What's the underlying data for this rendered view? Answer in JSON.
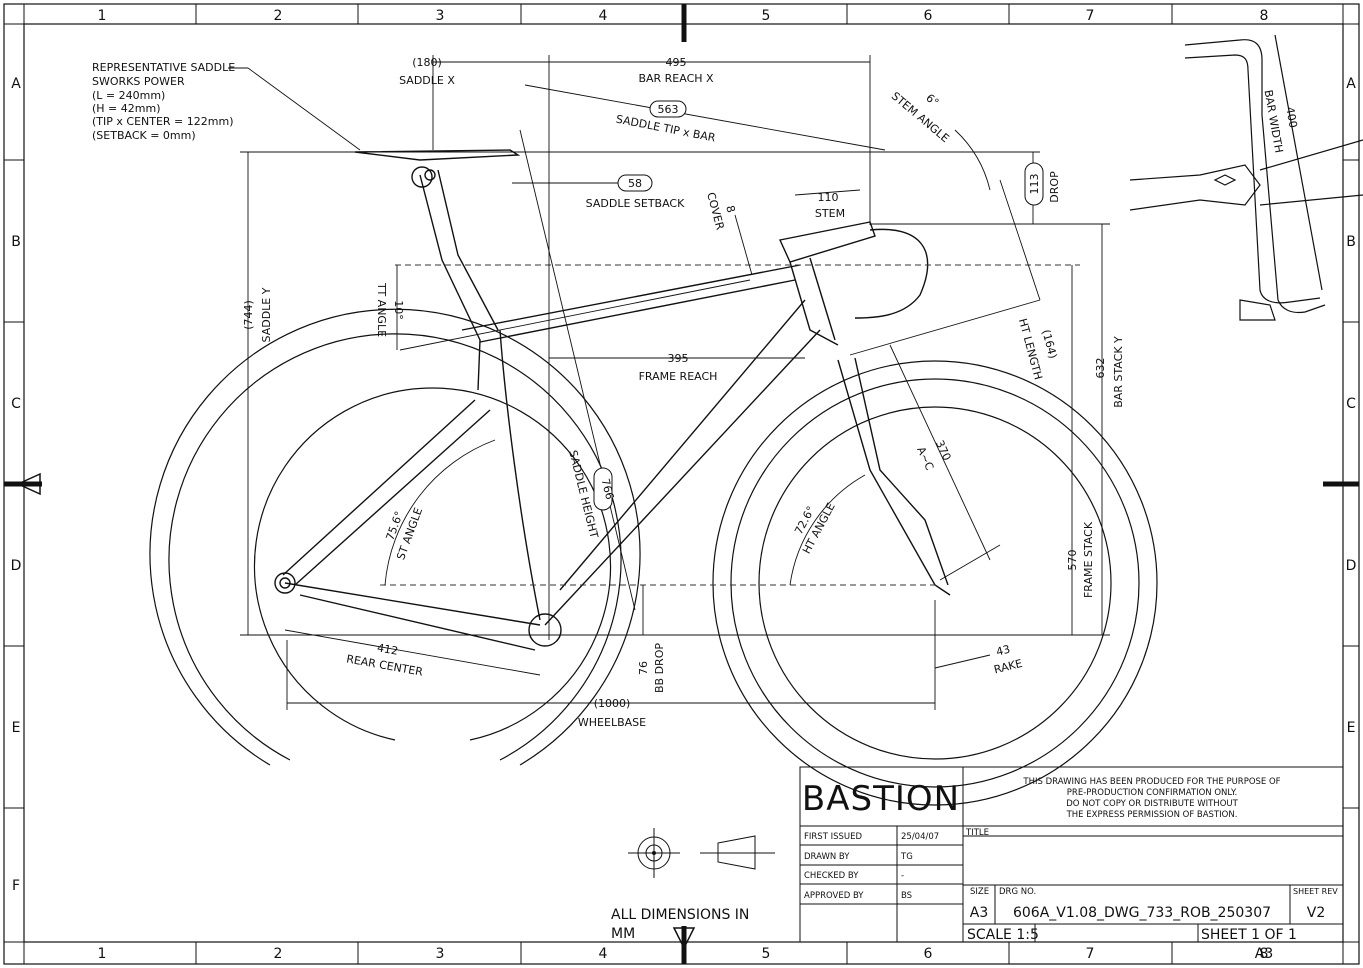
{
  "title_block": {
    "brand": "B",
    "brand_rest": "STION",
    "brand_mid": "A",
    "notice_lines": [
      "THIS DRAWING HAS BEEN PRODUCED FOR THE PURPOSE OF",
      "PRE-PRODUCTION CONFIRMATION ONLY.",
      "DO NOT COPY OR DISTRIBUTE WITHOUT",
      "THE EXPRESS PERMISSION OF BASTION."
    ],
    "first_issued_label": "FIRST ISSUED",
    "first_issued_value": "25/04/07",
    "drawn_by_label": "DRAWN BY",
    "drawn_by_value": "TG",
    "checked_by_label": "CHECKED BY",
    "checked_by_value": "-",
    "approved_by_label": "APPROVED BY",
    "approved_by_value": "BS",
    "title_label": "TITLE",
    "size_label": "SIZE",
    "size_value": "A3",
    "drg_label": "DRG NO.",
    "drg_value": "606A_V1.08_DWG_733_ROB_250307",
    "rev_label": "SHEET REV",
    "rev_value": "V2",
    "scale": "SCALE 1:5",
    "sheet": "SHEET 1 OF 1",
    "sheet_size": "A3",
    "all_dims_line1": "ALL DIMENSIONS IN",
    "all_dims_line2": "MM"
  },
  "grid": {
    "columns": [
      "1",
      "2",
      "3",
      "4",
      "5",
      "6",
      "7",
      "8"
    ],
    "rows": [
      "A",
      "B",
      "C",
      "D",
      "E",
      "F"
    ]
  },
  "saddle_note": [
    "REPRESENTATIVE SADDLE",
    "SWORKS POWER",
    "(L = 240mm)",
    "(H = 42mm)",
    "(TIP x CENTER = 122mm)",
    "(SETBACK = 0mm)"
  ],
  "dimensions": {
    "saddle_x_value": "(180)",
    "saddle_x_label": "SADDLE X",
    "bar_reach_x_value": "495",
    "bar_reach_x_label": "BAR REACH X",
    "saddle_tip_bar_value": "563",
    "saddle_tip_bar_label": "SADDLE TIP x BAR",
    "saddle_setback_value": "58",
    "saddle_setback_label": "SADDLE SETBACK",
    "stem_angle_value": "6°",
    "stem_angle_label": "STEM ANGLE",
    "drop_value": "113",
    "drop_label": "DROP",
    "stem_value": "110",
    "stem_label": "STEM",
    "cover_value": "8",
    "cover_label": "COVER",
    "tt_angle_value": "10°",
    "tt_angle_label": "TT ANGLE",
    "saddle_y_value": "(744)",
    "saddle_y_label": "SADDLE Y",
    "frame_reach_value": "395",
    "frame_reach_label": "FRAME REACH",
    "ht_length_value": "(164)",
    "ht_length_label": "HT LENGTH",
    "bar_stack_value": "632",
    "bar_stack_label": "BAR STACK Y",
    "axc_value": "370",
    "axc_label": "A~C",
    "saddle_height_value": "766",
    "saddle_height_label": "SADDLE HEIGHT",
    "st_angle_value": "75.6°",
    "st_angle_label": "ST ANGLE",
    "ht_angle_value": "72.6°",
    "ht_angle_label": "HT ANGLE",
    "frame_stack_value": "570",
    "frame_stack_label": "FRAME STACK",
    "rear_center_value": "412",
    "rear_center_label": "REAR CENTER",
    "bb_drop_value": "76",
    "bb_drop_label": "BB DROP",
    "rake_value": "43",
    "rake_label": "RAKE",
    "wheelbase_value": "(1000)",
    "wheelbase_label": "WHEELBASE",
    "bar_width_value": "400",
    "bar_width_label": "BAR WIDTH"
  }
}
